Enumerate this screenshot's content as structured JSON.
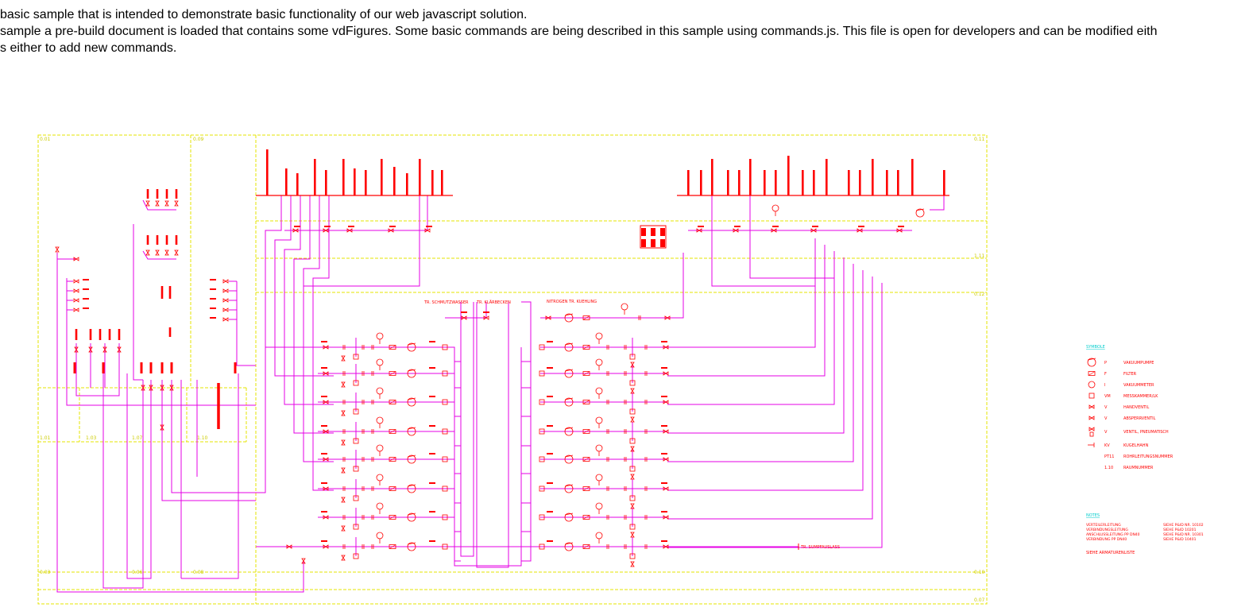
{
  "intro": {
    "line1": "basic sample that is intended to demonstrate basic functionality of our web javascript solution.",
    "line2": "sample a pre-build document is loaded that contains some vdFigures. Some basic commands are being described in this sample using commands.js. This file is open for developers and can be modified eith",
    "line3": "s either to add new commands."
  },
  "drawing": {
    "colors": {
      "pipe": "#e600e6",
      "equipment": "#ff0000",
      "frame": "#e6e600",
      "legend_text": "#00cccc",
      "background": "#ffffff"
    },
    "frame_labels": {
      "top_left": "0.01",
      "top_mid": "0.09",
      "top_right": "0.11",
      "right_1": "1.11",
      "right_2": "0.12",
      "right_3": "0.10",
      "right_4": "0.07",
      "row_1": "1.01",
      "row_2": "1.03",
      "row_3": "1.07",
      "row_4": "1.10",
      "bottom_1": "0.03",
      "bottom_2": "0.06",
      "bottom_3": "0.08"
    },
    "process_labels": {
      "left_header": "TR. SCHMUTZWASSER",
      "mid_header": "TR. KLÄRBECKEN",
      "right_header": "NITROGEN TR. KUEHLING",
      "outlet": "TR. SUMPFAUSLASS"
    },
    "legend": {
      "title": "SYMBOLE",
      "items": [
        {
          "code": "P",
          "text": "VAKUUMPUMPE",
          "icon": "pump-icon"
        },
        {
          "code": "F",
          "text": "FILTER",
          "icon": "filter-icon"
        },
        {
          "code": "I",
          "text": "VAKUUMMETER",
          "icon": "gauge-icon"
        },
        {
          "code": "VM",
          "text": "MESSKAMMER/LK",
          "icon": "chamber-icon"
        },
        {
          "code": "V",
          "text": "HANDVENTIL",
          "icon": "valve-icon"
        },
        {
          "code": "V",
          "text": "ABSPERRVENTIL",
          "icon": "valve-icon"
        },
        {
          "code": "V",
          "text": "VENTIL, PNEUMATISCH",
          "icon": "actuated-valve-icon"
        },
        {
          "code": "KV",
          "text": "KUGELHAHN",
          "icon": "cap-icon"
        },
        {
          "code": "PT11",
          "text": "ROHRLEITUNGSNUMMER",
          "icon": ""
        },
        {
          "code": "1.10",
          "text": "RAUMNUMMER",
          "icon": ""
        }
      ],
      "notes_title": "NOTES",
      "notes_left": [
        "VERTEILERLEITUNG",
        "VERBINDUNGSLEITUNG",
        "ANSCHLUSSLEITUNG PP DN40",
        "VERBINDUNG PP DN40"
      ],
      "notes_right": [
        "SIEHE P&ID NR. 10102",
        "SIEHE P&ID 10201",
        "SIEHE P&ID NR. 10301",
        "SIEHE P&ID 10401"
      ],
      "footer": "SIEHE ARMATURENLISTE"
    }
  }
}
